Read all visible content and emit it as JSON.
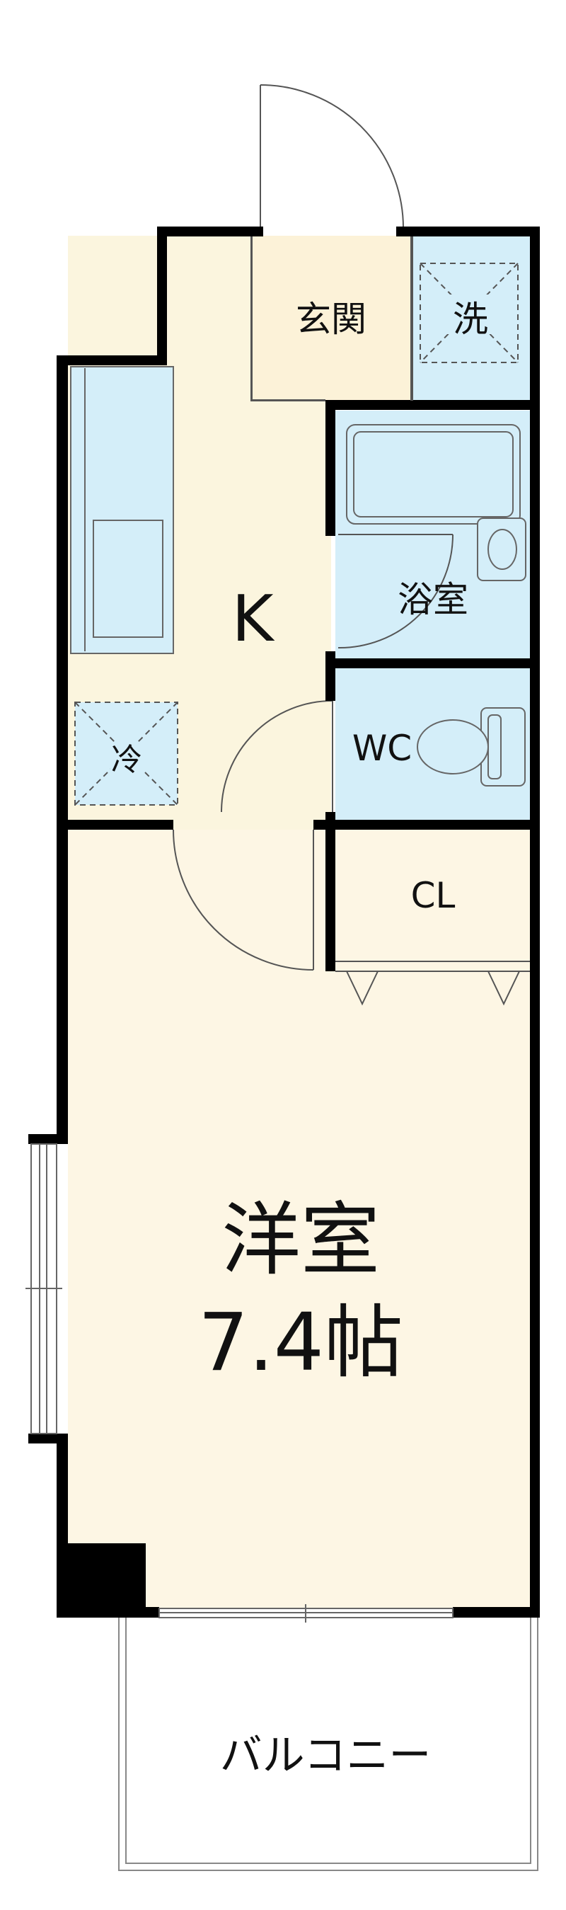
{
  "rooms": {
    "genkan": "玄関",
    "washer": "洗",
    "bath": "浴室",
    "kitchen": "K",
    "fridge": "冷",
    "wc": "WC",
    "closet": "CL",
    "western_name": "洋室",
    "western_size": "7.4帖",
    "balcony": "バルコニー"
  },
  "colors": {
    "wall": "#000000",
    "kitchen_floor": "#fbf5de",
    "room_floor": "#fdf6e4",
    "wet_area": "#d4eef9",
    "closet": "#fbe3ec",
    "fixture_stroke": "#666666"
  }
}
